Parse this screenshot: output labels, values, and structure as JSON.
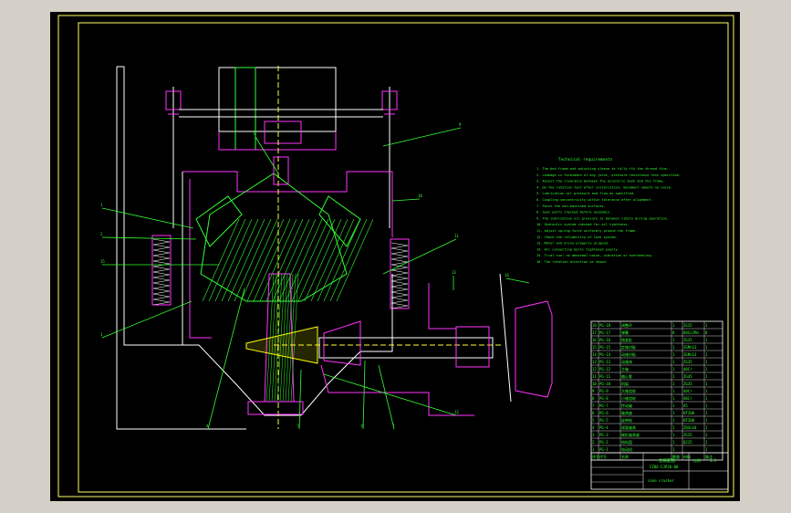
{
  "drawing": {
    "colors": {
      "paper": "#000000",
      "frame": "#ffff66",
      "outline": "#ffffff",
      "part": "#ff33ff",
      "hatch": "#33ff33",
      "axis": "#ffff33",
      "text": "#33ff33"
    },
    "technical_requirements": {
      "heading": "Technical requirements",
      "lines": [
        "The bed frame and adjusting sleeve to fully fit the thread fine.",
        "Leakage is forbidden of any joint, pressure resistance test specified.",
        "Adjust the clearance between the eccentric bush and the frame.",
        "Do the rotation test after installation, movement smooth no noise.",
        "Lubrication oil pressure and flow as specified.",
        "Coupling concentricity within tolerance after alignment.",
        "Paint the non-machined surfaces.",
        "Seal parts checked before assembly.",
        "The lubrication oil pressure is between limits during operation.",
        "Hydraulic system checked for oil tightness.",
        "Adjust spring force uniformly around the frame.",
        "Check the reliability of lock system.",
        "Motor and drive properly aligned.",
        "All connecting bolts tightened evenly.",
        "Trial run: no abnormal noise, vibration or overheating.",
        "The rotation direction as shown."
      ]
    },
    "bom": {
      "header": [
        "序号",
        "代号",
        "名称",
        "数量",
        "材料",
        "备注"
      ],
      "rows": [
        [
          "18",
          "PG-18",
          "调整环",
          "1",
          "ZG35",
          "1"
        ],
        [
          "17",
          "PG-17",
          "弹簧",
          "8",
          "60Si2Mn",
          "8"
        ],
        [
          "16",
          "PG-16",
          "锁紧缸",
          "1",
          "ZG35",
          "1"
        ],
        [
          "15",
          "PG-15",
          "定锥衬板",
          "1",
          "ZGMn13",
          "1"
        ],
        [
          "14",
          "PG-14",
          "动锥衬板",
          "1",
          "ZGMn13",
          "1"
        ],
        [
          "13",
          "PG-13",
          "动锥体",
          "1",
          "ZG35",
          "1"
        ],
        [
          "12",
          "PG-12",
          "主轴",
          "1",
          "40Cr",
          "1"
        ],
        [
          "11",
          "PG-11",
          "偏心套",
          "1",
          "ZG45",
          "1"
        ],
        [
          "10",
          "PG-10",
          "机架",
          "1",
          "ZG35",
          "1"
        ],
        [
          "9",
          "PG-9",
          "大锥齿轮",
          "1",
          "40Cr",
          "1"
        ],
        [
          "8",
          "PG-8",
          "小锥齿轮",
          "1",
          "40Cr",
          "1"
        ],
        [
          "7",
          "PG-7",
          "传动轴",
          "1",
          "45",
          "1"
        ],
        [
          "6",
          "PG-6",
          "轴承座",
          "1",
          "HT200",
          "1"
        ],
        [
          "5",
          "PG-5",
          "皮带轮",
          "1",
          "HT200",
          "1"
        ],
        [
          "4",
          "PG-4",
          "球面轴承",
          "1",
          "ZQSn10",
          "1"
        ],
        [
          "3",
          "PG-3",
          "碗形轴承座",
          "1",
          "ZG35",
          "1"
        ],
        [
          "2",
          "PG-2",
          "给料盘",
          "1",
          "Q235",
          "1"
        ],
        [
          "1",
          "PG-1",
          "电动机",
          "1",
          "",
          "1"
        ]
      ]
    },
    "title_block": {
      "drawing_title": "总装配图",
      "drawing_no": "CZ06-CJPJ0-00",
      "school": "cone crusher",
      "scale_label": "比例",
      "scale": "1:5"
    },
    "leaders": [
      "1",
      "2",
      "3",
      "4",
      "5",
      "6",
      "7",
      "8",
      "9",
      "10",
      "11",
      "12",
      "13",
      "14",
      "15"
    ]
  }
}
